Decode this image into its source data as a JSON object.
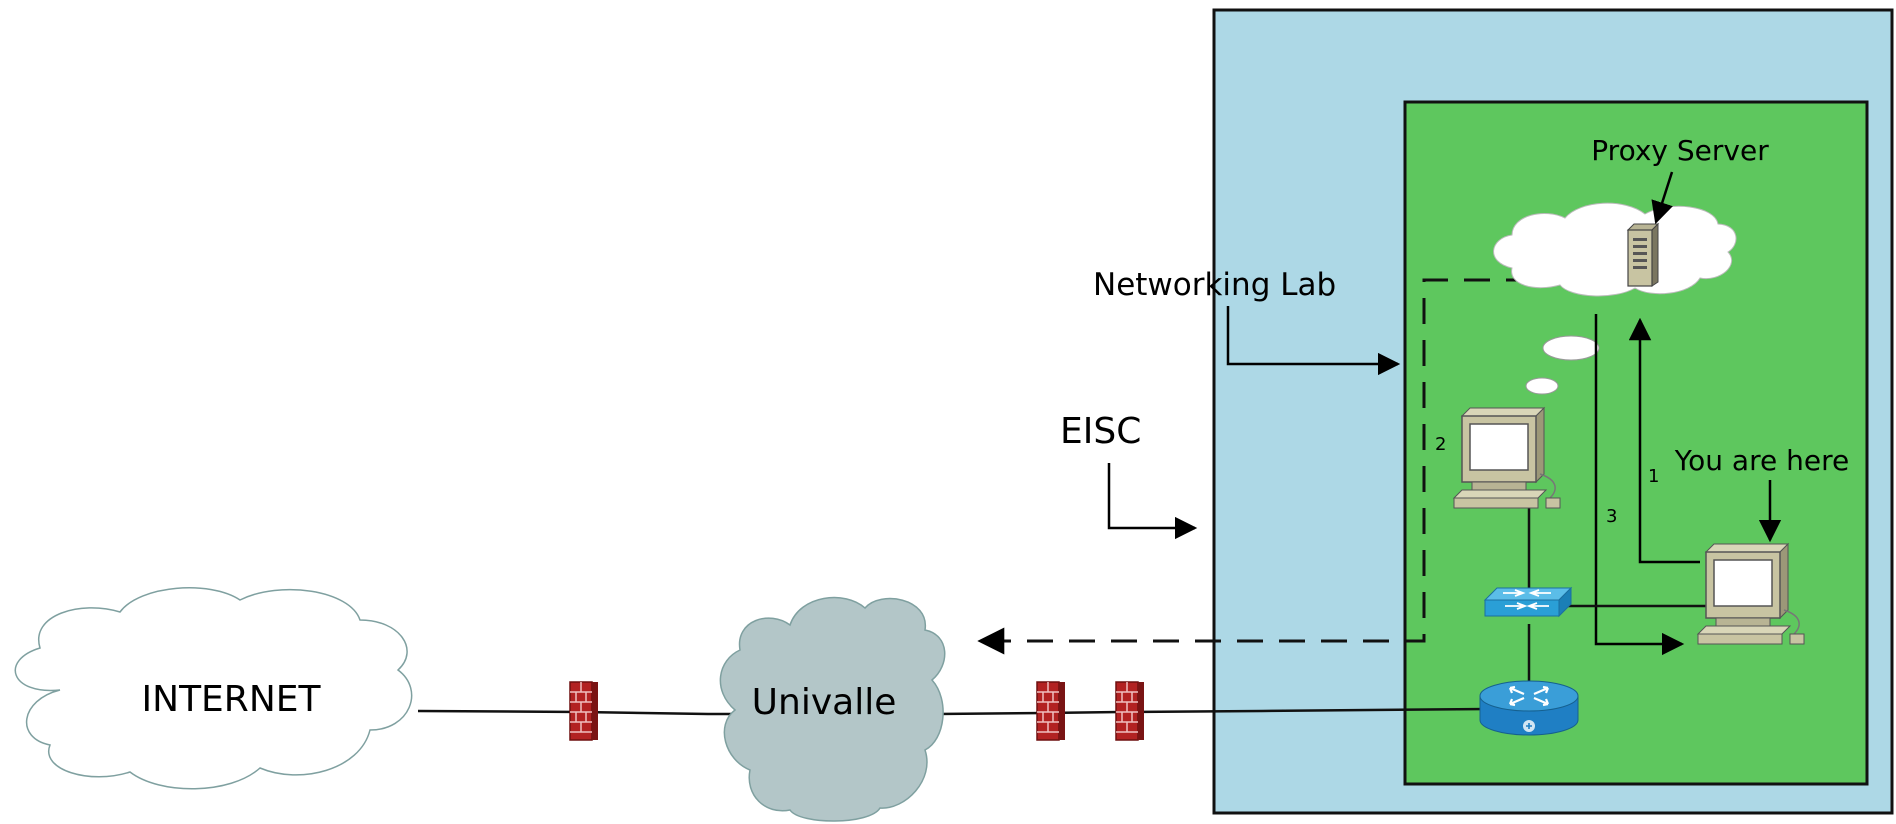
{
  "labels": {
    "internet": "INTERNET",
    "univalle": "Univalle",
    "eisc": "EISC",
    "networking_lab": "Networking Lab",
    "proxy_server": "Proxy Server",
    "you_are_here": "You are here",
    "path_1": "1",
    "path_2": "2",
    "path_3": "3"
  },
  "colors": {
    "eisc_zone": "#add8e6",
    "lab_zone": "#5ec75e",
    "univalle_cloud": "#b3c6c8",
    "internet_cloud": "#ffffff",
    "switch": "#2a9fd6",
    "router": "#1f7fc4",
    "firewall": "#b22222"
  },
  "icons": [
    "firewall-icon",
    "router-icon",
    "switch-icon",
    "computer-icon",
    "server-icon",
    "cloud-icon"
  ]
}
